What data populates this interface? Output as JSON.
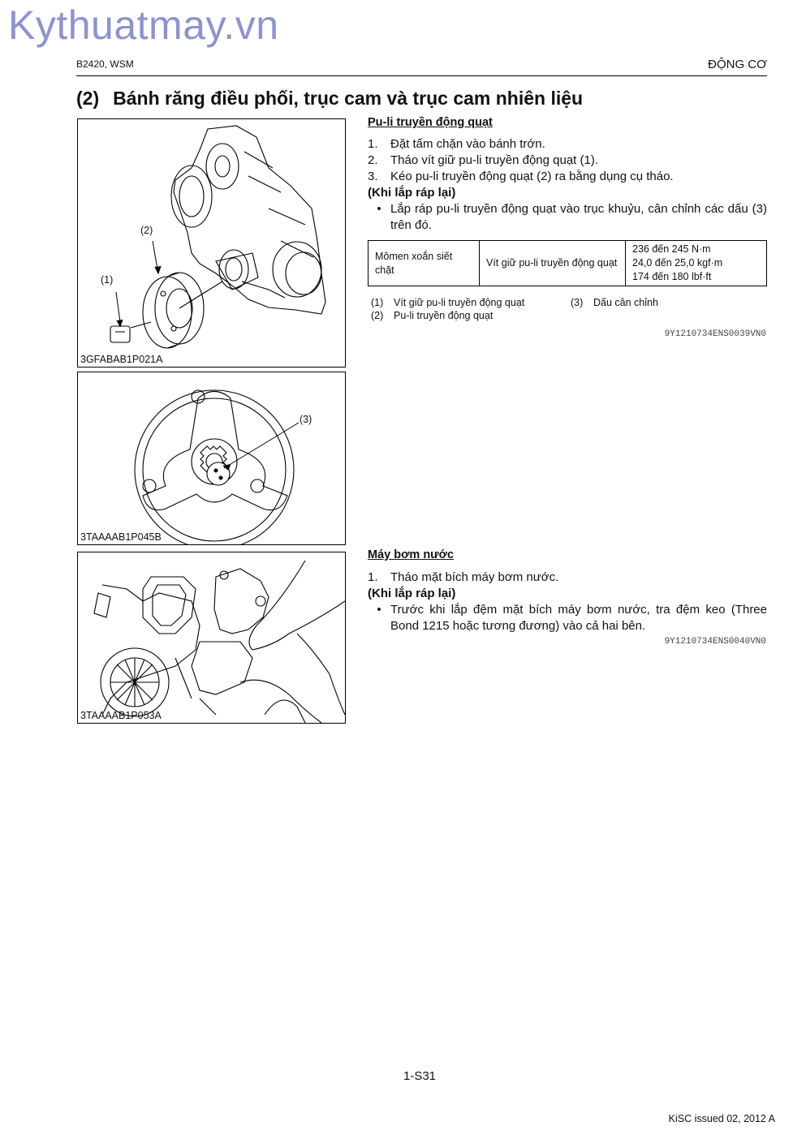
{
  "watermark": "Kythuatmay.vn",
  "header": {
    "left": "B2420, WSM",
    "right": "ĐỘNG CƠ"
  },
  "title": {
    "num": "(2)",
    "text": "Bánh răng điều phối, trục cam và trục cam nhiên liệu"
  },
  "figures": [
    {
      "caption": "3GFABAB1P021A",
      "labels": [
        "(2)",
        "(1)"
      ]
    },
    {
      "caption": "3TAAAAB1P045B",
      "labels": [
        "(3)"
      ]
    },
    {
      "caption": "3TAAAAB1P053A",
      "labels": []
    }
  ],
  "section1": {
    "heading": "Pu-li truyền động quạt",
    "steps": [
      {
        "n": "1.",
        "text": "Đặt tấm chặn vào bánh trớn."
      },
      {
        "n": "2.",
        "text": "Tháo vít giữ pu-li truyền động quạt (1)."
      },
      {
        "n": "3.",
        "text": "Kéo pu-li truyền động quạt (2) ra bằng dụng cụ tháo."
      }
    ],
    "reassembly_heading": "(Khi lắp ráp lại)",
    "bullets": [
      {
        "mark": "•",
        "text": "Lắp ráp pu-li truyền động quạt vào trục khuỷu, cân chỉnh các dấu (3) trên đó."
      }
    ],
    "spec_table": {
      "col1": "Mômen xoắn siết chặt",
      "col2": "Vít giữ pu-li truyền động quạt",
      "values": [
        "236 đến 245 N·m",
        "24,0 đến 25,0 kgf·m",
        "174 đến 180 lbf·ft"
      ]
    },
    "legend": [
      {
        "n": "(1)",
        "text": "Vít giữ pu-li truyền động quạt"
      },
      {
        "n": "(3)",
        "text": "Dấu cân chỉnh"
      },
      {
        "n": "(2)",
        "text": "Pu-li truyền động quạt"
      }
    ],
    "code": "9Y1210734ENS0039VN0"
  },
  "section2": {
    "heading": "Máy bơm nước",
    "steps": [
      {
        "n": "1.",
        "text": "Tháo mặt bích máy bơm nước."
      }
    ],
    "reassembly_heading": "(Khi lắp ráp lại)",
    "bullets": [
      {
        "mark": "•",
        "text": "Trước khi lắp đệm mặt bích máy bơm nước, tra đệm keo (Three Bond 1215 hoặc tương đương) vào cả hai bên."
      }
    ],
    "code": "9Y1210734ENS0040VN0"
  },
  "footer": {
    "page": "1-S31",
    "issued": "KiSC issued 02, 2012 A"
  }
}
